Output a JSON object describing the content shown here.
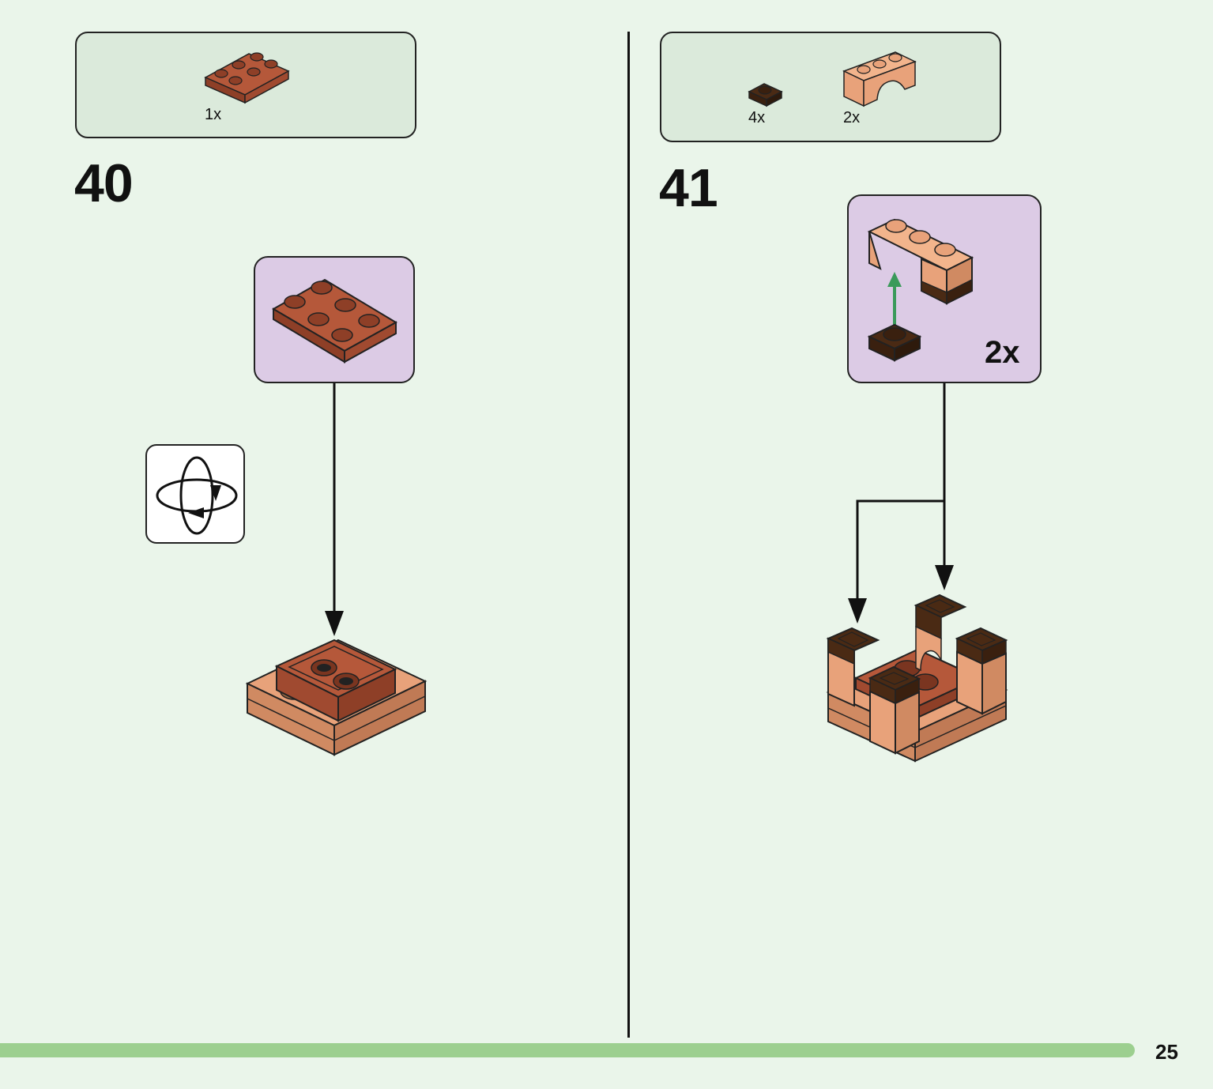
{
  "colors": {
    "background": "#eaf5ea",
    "parts_box": "#dbeadb",
    "callout": "#dccbe5",
    "reddish_brown": "#b5583a",
    "tan_nougat": "#e8a27a",
    "dark_brown": "#4a2a14",
    "progress": "#9ccf8f",
    "assembly_arrow": "#3a9a5a"
  },
  "left_step": {
    "number": "40",
    "parts": [
      {
        "icon": "plate-2x3-reddish-brown-icon",
        "qty": "1x"
      }
    ],
    "has_rotate_icon": true
  },
  "right_step": {
    "number": "41",
    "parts": [
      {
        "icon": "plate-1x1-dark-brown-icon",
        "qty": "4x"
      },
      {
        "icon": "arch-1x3-nougat-icon",
        "qty": "2x"
      }
    ],
    "callout_multiplier": "2x"
  },
  "page": {
    "number": "25"
  }
}
